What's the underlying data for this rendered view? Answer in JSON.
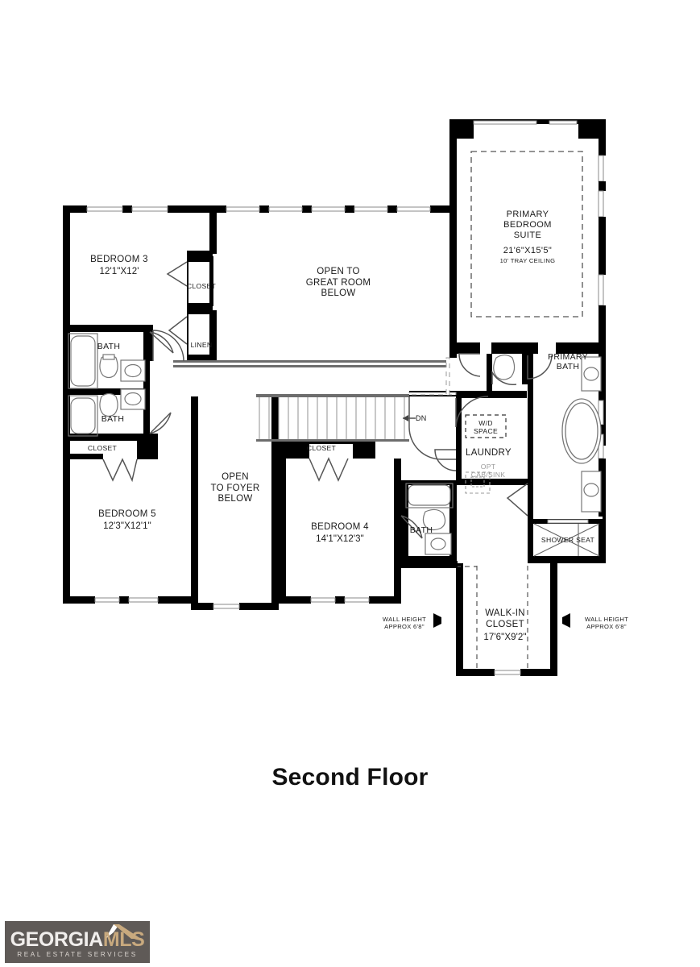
{
  "page": {
    "title": "Second Floor",
    "background_color": "#ffffff",
    "wall_color": "#000000",
    "text_color": "#1a1a1a",
    "optional_text_color": "#9a9a9a"
  },
  "floorplan": {
    "floor_label": "Second Floor",
    "rooms": [
      {
        "id": "bedroom-3",
        "name": "BEDROOM 3",
        "dimensions": "12'1\"X12'",
        "note": ""
      },
      {
        "id": "bedroom-5",
        "name": "BEDROOM 5",
        "dimensions": "12'3\"X12'1\"",
        "note": ""
      },
      {
        "id": "bedroom-4",
        "name": "BEDROOM 4",
        "dimensions": "14'1\"X12'3\"",
        "note": ""
      },
      {
        "id": "primary-bedroom-suite",
        "name": "PRIMARY\nBEDROOM\nSUITE",
        "dimensions": "21'6\"X15'5\"",
        "note": "10' TRAY CEILING"
      },
      {
        "id": "walk-in-closet",
        "name": "WALK-IN\nCLOSET",
        "dimensions": "17'6\"X9'2\"",
        "note": ""
      }
    ],
    "spaces": [
      {
        "id": "open-to-great-room",
        "label": "OPEN TO\nGREAT ROOM\nBELOW"
      },
      {
        "id": "open-to-foyer",
        "label": "OPEN\nTO FOYER\nBELOW"
      },
      {
        "id": "primary-bath",
        "label": "PRIMARY\nBATH"
      },
      {
        "id": "laundry",
        "label": "LAUNDRY"
      },
      {
        "id": "bath-upper",
        "label": "BATH"
      },
      {
        "id": "bath-lower",
        "label": "BATH"
      },
      {
        "id": "bath-bedroom4",
        "label": "BATH"
      },
      {
        "id": "closet-bedroom3",
        "label": "CLOSET"
      },
      {
        "id": "closet-linen",
        "label": "LINEN"
      },
      {
        "id": "closet-bedroom5",
        "label": "CLOSET"
      },
      {
        "id": "closet-bedroom4",
        "label": "CLOSET"
      },
      {
        "id": "shower-seat",
        "label": "SHOWER SEAT"
      },
      {
        "id": "wd-space",
        "label": "W/D\nSPACE"
      },
      {
        "id": "opt-cab-sink",
        "label": "OPT\nCAB/SINK"
      }
    ],
    "annotations": [
      {
        "id": "stair-direction",
        "label": "DN",
        "arrow": "left"
      },
      {
        "id": "wall-height-left",
        "label": "WALL HEIGHT\nAPPROX 6'8\"",
        "arrow": "right"
      },
      {
        "id": "wall-height-right",
        "label": "WALL HEIGHT\nAPPROX 6'8\"",
        "arrow": "left"
      }
    ]
  },
  "logo": {
    "brand_primary": "GEORGIA",
    "brand_secondary": "MLS",
    "tagline": "REAL ESTATE SERVICES",
    "bg_color": "#5f5a57",
    "primary_color": "#f1eeec",
    "secondary_color": "#c8a97e"
  }
}
